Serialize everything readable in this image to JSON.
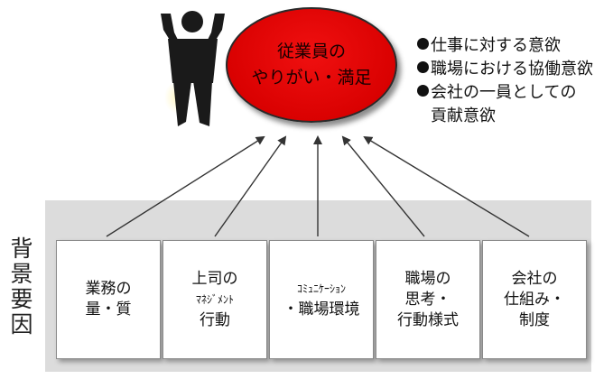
{
  "goal": {
    "lines": [
      "従業員の",
      "やりがい・満足"
    ]
  },
  "motivations": [
    {
      "lines": [
        "仕事に対する意欲"
      ]
    },
    {
      "lines": [
        "職場における協働意欲"
      ]
    },
    {
      "lines": [
        "会社の一員としての",
        "貢献意欲"
      ]
    }
  ],
  "background": {
    "label": [
      "背",
      "景",
      "要",
      "因"
    ]
  },
  "factors": [
    {
      "lines": [
        "業務の",
        "量・質"
      ]
    },
    {
      "lines": [
        "上司の",
        "ﾏﾈｼﾞﾒﾝﾄ",
        "行動"
      ]
    },
    {
      "lines": [
        "ｺﾐｭﾆｹｰｼｮﾝ",
        "・職場環境"
      ]
    },
    {
      "lines": [
        "職場の",
        "思考・",
        "行動様式"
      ]
    },
    {
      "lines": [
        "会社の",
        "仕組み・",
        "制度"
      ]
    }
  ],
  "colors": {
    "goal_fill": "#e00000",
    "panel": "#dcdcdc",
    "arrow": "#333333"
  },
  "icons": {
    "person": "person-cheering-icon"
  }
}
